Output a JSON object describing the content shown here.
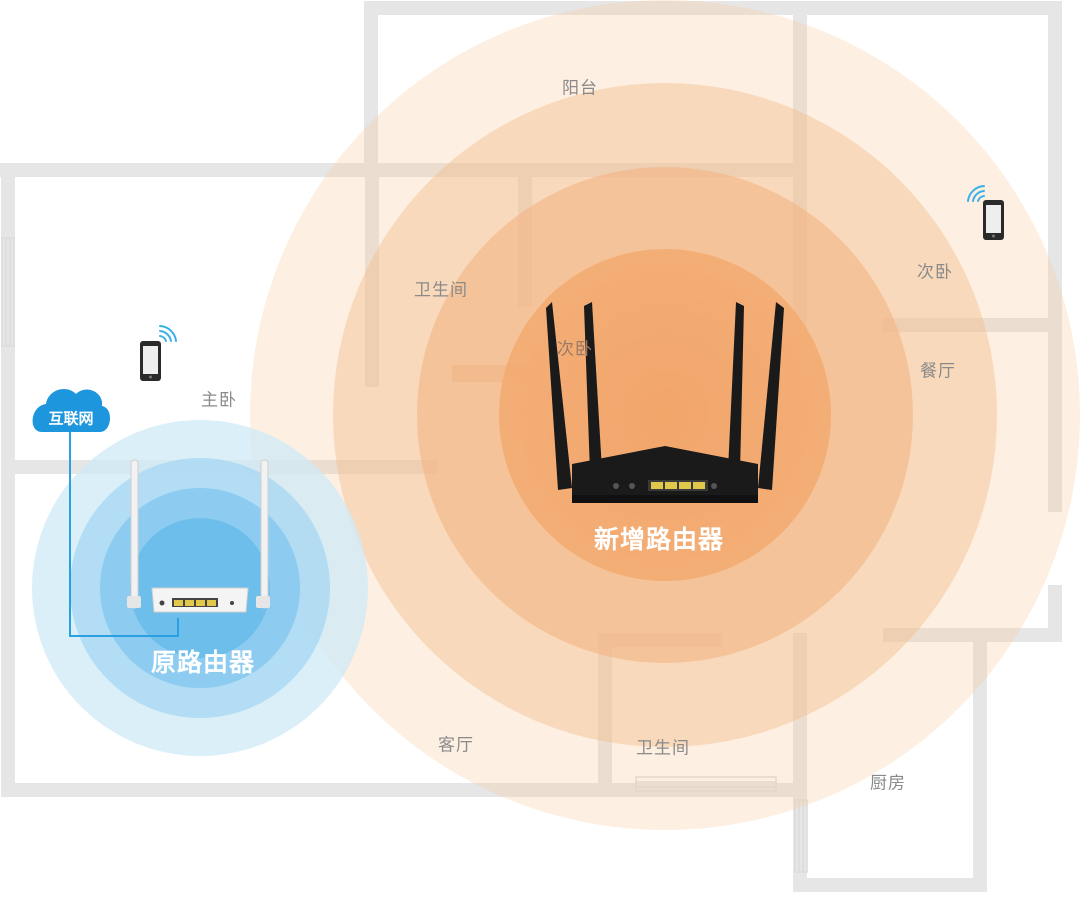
{
  "rooms": {
    "balcony": "阳台",
    "bathroom_top": "卫生间",
    "bedroom_right": "次卧",
    "master_bedroom": "主卧",
    "bedroom_center": "次卧",
    "dining_room": "餐厅",
    "living_room": "客厅",
    "bathroom_bottom": "卫生间",
    "kitchen": "厨房"
  },
  "devices": {
    "cloud_label": "互联网",
    "original_router_label": "原路由器",
    "new_router_label": "新增路由器"
  },
  "colors": {
    "wall": "#e6e6e6",
    "new_signal": "#f3a466",
    "old_signal": "#6cc0ea",
    "cloud": "#1e96dd",
    "cable": "#2aa0e0",
    "router_black": "#1a1a1a",
    "router_white": "#f4f4f4",
    "port_yellow": "#e2c84a",
    "phone": "#2a2a2a"
  }
}
